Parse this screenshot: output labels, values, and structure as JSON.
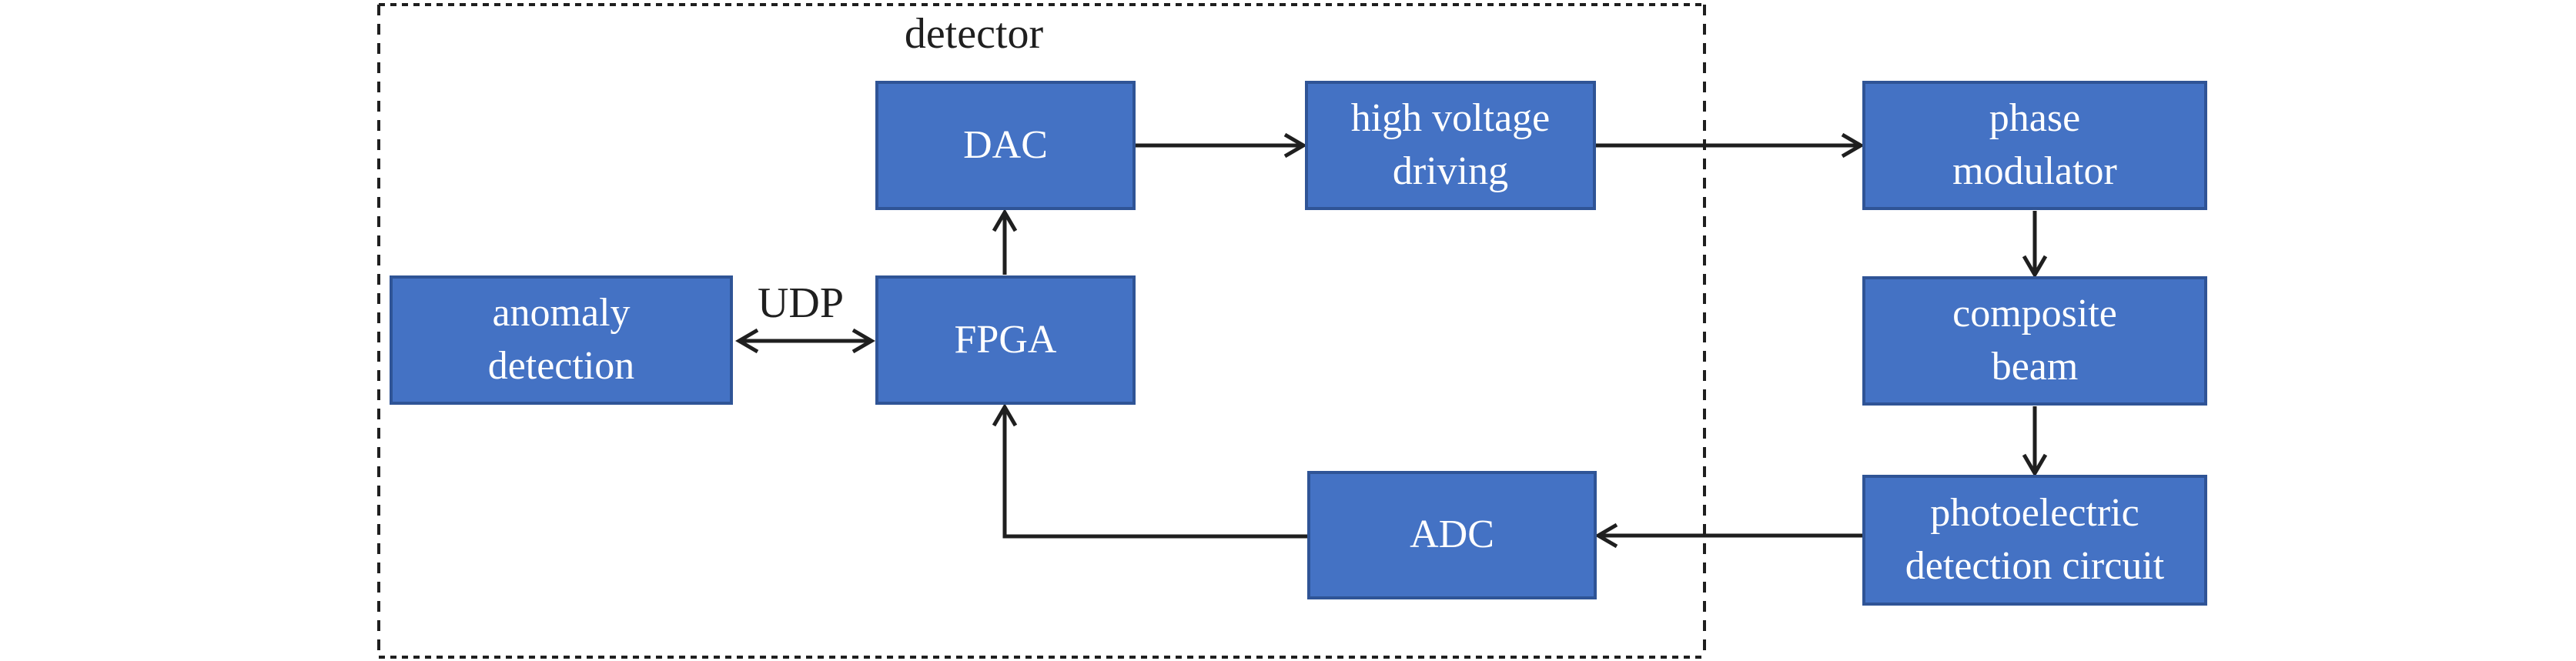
{
  "diagram": {
    "region_label": "detector",
    "edge_label": "UDP",
    "nodes": [
      {
        "id": "anomaly-detection",
        "label": "anomaly\ndetection"
      },
      {
        "id": "dac",
        "label": "DAC"
      },
      {
        "id": "fpga",
        "label": "FPGA"
      },
      {
        "id": "high-voltage-driving",
        "label": "high voltage\ndriving"
      },
      {
        "id": "adc",
        "label": "ADC"
      },
      {
        "id": "phase-modulator",
        "label": "phase\nmodulator"
      },
      {
        "id": "composite-beam",
        "label": "composite\nbeam"
      },
      {
        "id": "photoelectric-detection-circuit",
        "label": "photoelectric\ndetection circuit"
      }
    ],
    "edges": [
      {
        "from": "DAC",
        "to": "high voltage driving",
        "arrow": "single"
      },
      {
        "from": "high voltage driving",
        "to": "phase modulator",
        "arrow": "single"
      },
      {
        "from": "phase modulator",
        "to": "composite beam",
        "arrow": "single"
      },
      {
        "from": "composite beam",
        "to": "photoelectric detection circuit",
        "arrow": "single"
      },
      {
        "from": "photoelectric detection circuit",
        "to": "ADC",
        "arrow": "single"
      },
      {
        "from": "ADC",
        "to": "FPGA",
        "arrow": "single",
        "shape": "elbow"
      },
      {
        "from": "FPGA",
        "to": "DAC",
        "arrow": "single"
      },
      {
        "from": "anomaly detection",
        "to": "FPGA",
        "arrow": "double",
        "label": "UDP"
      }
    ],
    "colors": {
      "node_fill": "#4472C4",
      "node_border": "#2F5496",
      "node_text": "#FFFFFF",
      "line": "#1F1F1F",
      "canvas_bg": "#FFFFFF"
    }
  }
}
